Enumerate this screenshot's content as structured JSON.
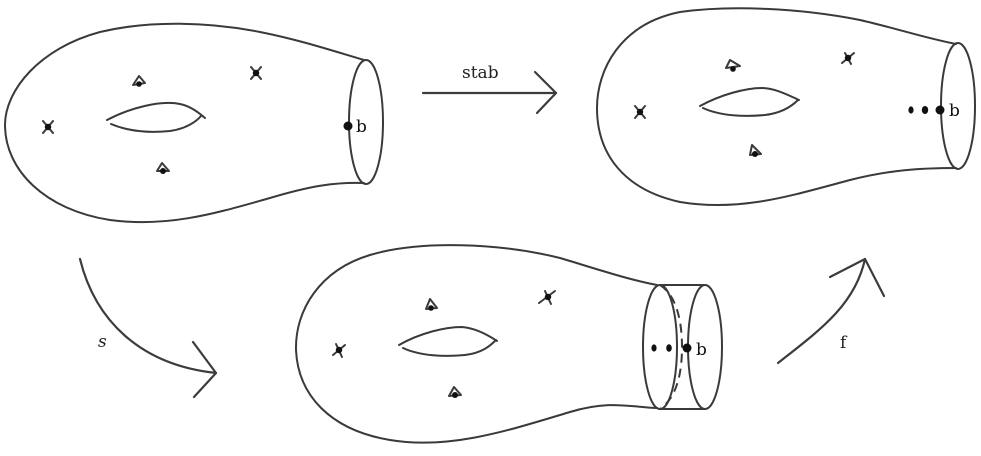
{
  "diagram": {
    "surfaces": [
      {
        "id": "source-surface",
        "basepoint_label": "b",
        "boundary_marked_points": 1,
        "punctures": [
          "cross",
          "cross",
          "triangle",
          "triangle"
        ],
        "genus": 1
      },
      {
        "id": "stabilized-surface",
        "basepoint_label": "b",
        "boundary_marked_points": 3,
        "punctures": [
          "cross",
          "cross",
          "triangle",
          "triangle"
        ],
        "genus": 1
      },
      {
        "id": "collar-surface",
        "basepoint_label": "b",
        "boundary_marked_points": 3,
        "punctures": [
          "cross",
          "cross",
          "triangle",
          "triangle"
        ],
        "genus": 1,
        "collar": true
      }
    ],
    "arrows": [
      {
        "id": "stab-arrow",
        "label": "stab",
        "from": "source-surface",
        "to": "stabilized-surface"
      },
      {
        "id": "s-arrow",
        "label": "s",
        "from": "source-surface",
        "to": "collar-surface"
      },
      {
        "id": "f-arrow",
        "label": "f",
        "from": "collar-surface",
        "to": "stabilized-surface"
      }
    ]
  },
  "colors": {
    "stroke": "#3a3a3a",
    "dot": "#111111",
    "background": "#ffffff"
  }
}
